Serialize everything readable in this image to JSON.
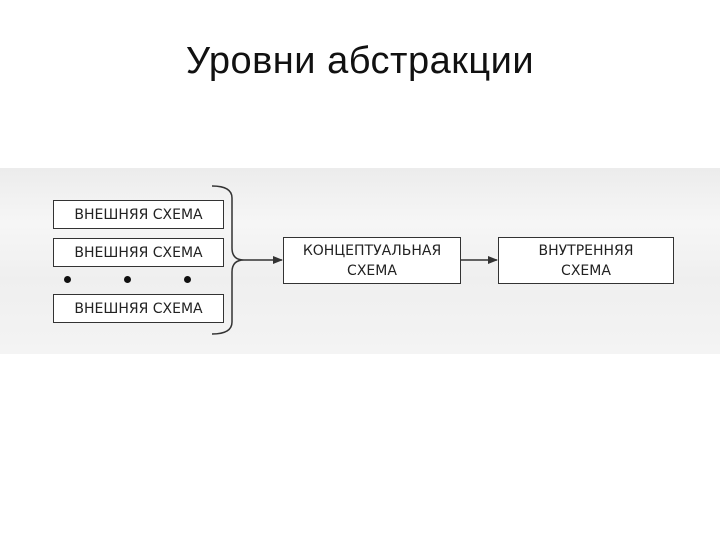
{
  "slide": {
    "title": "Уровни абстракции"
  },
  "diagram": {
    "external_schemas": [
      "ВНЕШНЯЯ СХЕМА",
      "ВНЕШНЯЯ СХЕМА",
      "ВНЕШНЯЯ СХЕМА"
    ],
    "conceptual_schema": "КОНЦЕПТУАЛЬНАЯ\nСХЕМА",
    "internal_schema": "ВНУТРЕННЯЯ\nСХЕМА"
  }
}
